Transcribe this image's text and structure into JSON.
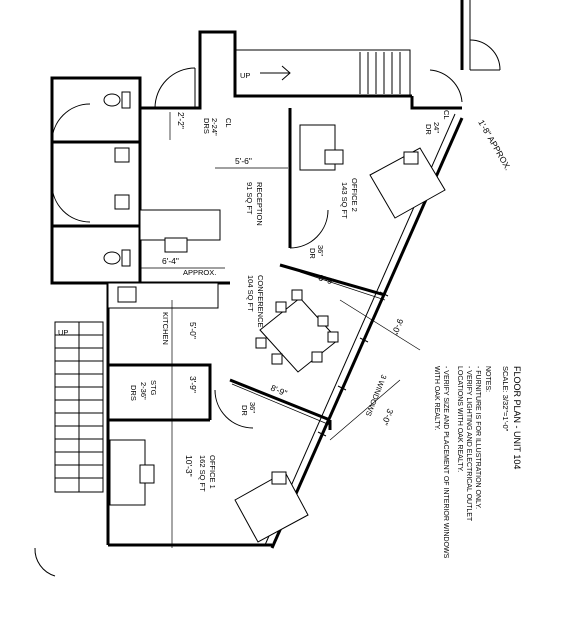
{
  "title": {
    "main": "FLOOR PLAN - UNIT 104",
    "scale": "SCALE: 3/32\"=1'-0\""
  },
  "notes": {
    "heading": "NOTES:",
    "items": [
      "- FURNITURE IS FOR ILLUSTRATION ONLY.",
      "- VERIFY LIGHTING AND ELECTRICAL OUTLET",
      "  LOCATIONS WITH OAK REALTY.",
      "- VERIFY SIZE AND PLACEMENT OF INTERIOR WINDOWS",
      "  WITH OAK REALTY."
    ]
  },
  "rooms": {
    "reception": {
      "name": "RECEPTION",
      "area": "91 SQ FT"
    },
    "office2": {
      "name": "OFFICE 2",
      "area": "143 SQ FT"
    },
    "conference": {
      "name": "CONFERENCE",
      "area": "104 SQ FT"
    },
    "kitchen": {
      "name": "KITCHEN"
    },
    "storage": {
      "name": "STG",
      "size": "2-36\"",
      "note": "DRS"
    },
    "office1": {
      "name": "OFFICE 1",
      "area": "162 SQ FT",
      "dim": "10'-3\""
    },
    "closet_reception": {
      "name": "CL",
      "size": "2-24\"",
      "note": "DRS"
    },
    "closet_office2": {
      "name": "CL",
      "size": "24\"",
      "note": "DR"
    }
  },
  "dimensions": {
    "d1": "2'-2\"",
    "d2": "5'-6\"",
    "d3": "6'-4\"",
    "d3_note": "APPROX.",
    "d4": "8'-9\"",
    "d5": "8'-9\"",
    "d6": "5'-0\"",
    "d7": "3'-9\"",
    "d8": "1'-8\" APPROX.",
    "d9": "9'-0\"",
    "d10": "3'-0\"",
    "windows": "3 WINDOWS",
    "door1": "36\"",
    "door1_note": "DR",
    "door2": "36\"",
    "door2_note": "DR"
  },
  "stairs": {
    "upper": "UP",
    "lower": "UP"
  }
}
